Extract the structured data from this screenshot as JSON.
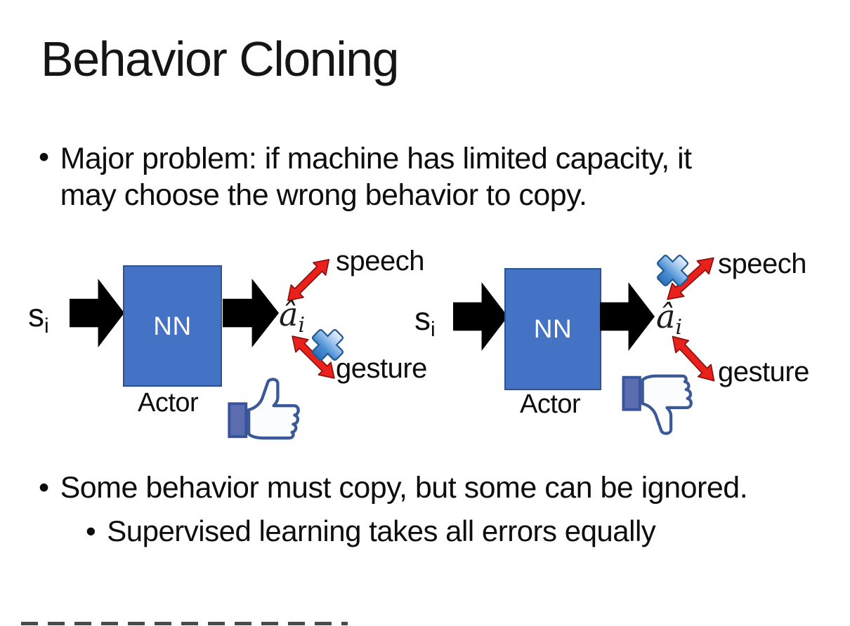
{
  "slide": {
    "title": "Behavior Cloning",
    "bullet_glyph": "•",
    "bullet1_lines": [
      "Major problem: if machine has limited capacity, it",
      "may choose the wrong behavior to copy."
    ],
    "bullet2": "Some behavior must copy, but some can be ignored.",
    "sub_bullet": "Supervised learning takes all errors equally"
  },
  "diagrams": [
    {
      "side": "left",
      "input_label": "s",
      "input_subscript": "i",
      "box_label": "NN",
      "box_caption": "Actor",
      "output_label": "â",
      "output_subscript": "i",
      "branch_top": "speech",
      "branch_bottom": "gesture",
      "crossed_out_branch": "gesture",
      "feedback_icon": "thumbs-up-icon"
    },
    {
      "side": "right",
      "input_label": "s",
      "input_subscript": "i",
      "box_label": "NN",
      "box_caption": "Actor",
      "output_label": "â",
      "output_subscript": "i",
      "branch_top": "speech",
      "branch_bottom": "gesture",
      "crossed_out_branch": "speech",
      "feedback_icon": "thumbs-down-icon"
    }
  ],
  "colors": {
    "background": "#ffffff",
    "text": "#0d0d0d",
    "nn_box_fill": "#4472C4",
    "nn_box_border": "#2F528F",
    "flow_arrow": "#000000",
    "branch_arrow_red": "#E8211D",
    "branch_arrow_outline": "#8F0F0C",
    "cross_blue": "#4A8FD4",
    "cross_border": "#245A94",
    "thumb_outline_navy": "#3B5998",
    "thumb_cuff_fill": "#5B6DAE",
    "thumb_hand_fill": "#FBFCFD"
  }
}
